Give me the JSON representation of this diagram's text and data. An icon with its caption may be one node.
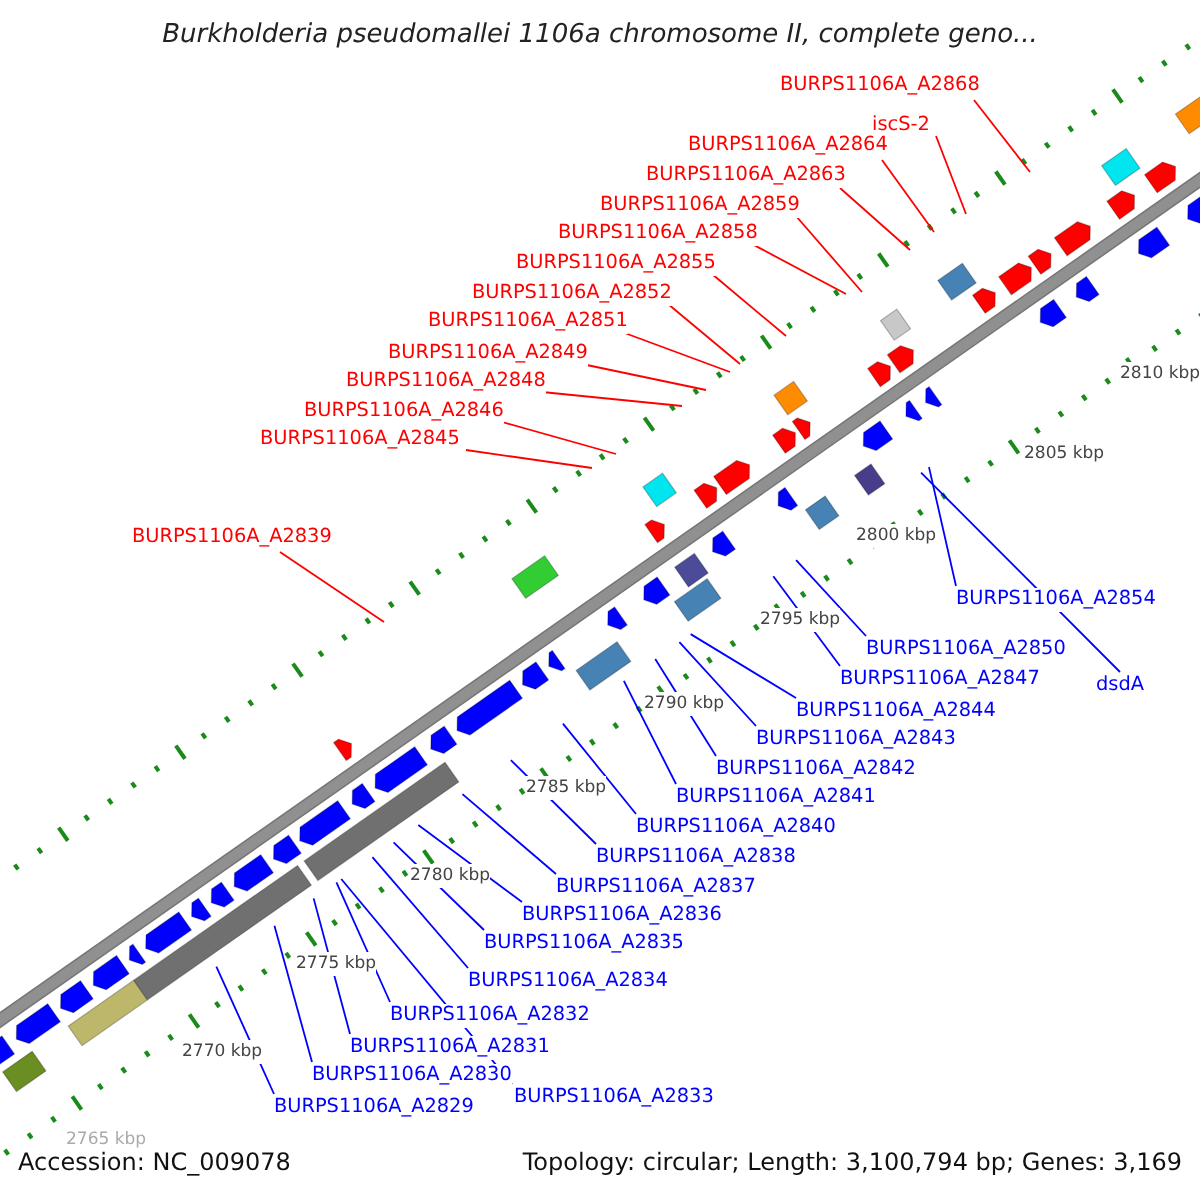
{
  "diagram": {
    "title": "Burkholderia pseudomallei 1106a chromosome II, complete geno...",
    "nodes": [
      {
        "text": [
          "BURPS1106A_A2868"
        ]
      },
      {
        "text": [
          "iscS-2"
        ]
      },
      {
        "text": [
          "BURPS1106A_A2864"
        ]
      },
      {
        "text": [
          "BURPS1106A_A2863"
        ]
      },
      {
        "text": [
          "BURPS1106A_A2859"
        ]
      },
      {
        "text": [
          "BURPS1106A_A2858"
        ]
      },
      {
        "text": [
          "BURPS1106A_A2855"
        ]
      },
      {
        "text": [
          "BURPS1106A_A2852"
        ]
      },
      {
        "text": [
          "BURPS1106A_A2851"
        ]
      },
      {
        "text": [
          "BURPS1106A_A2849"
        ]
      },
      {
        "text": [
          "BURPS1106A_A2848"
        ]
      },
      {
        "text": [
          "BURPS1106A_A2846"
        ]
      },
      {
        "text": [
          "BURPS1106A_A2845"
        ]
      },
      {
        "text": [
          "BURPS1106A_A2839"
        ]
      },
      {
        "text": [
          "BURPS1106A_A2854"
        ]
      },
      {
        "text": [
          "BURPS1106A_A2850"
        ]
      },
      {
        "text": [
          "dsdA"
        ]
      },
      {
        "text": [
          "BURPS1106A_A2847"
        ]
      },
      {
        "text": [
          "BURPS1106A_A2844"
        ]
      },
      {
        "text": [
          "BURPS1106A_A2843"
        ]
      },
      {
        "text": [
          "BURPS1106A_A2842"
        ]
      },
      {
        "text": [
          "BURPS1106A_A2841"
        ]
      },
      {
        "text": [
          "BURPS1106A_A2840"
        ]
      },
      {
        "text": [
          "BURPS1106A_A2838"
        ]
      },
      {
        "text": [
          "BURPS1106A_A2837"
        ]
      },
      {
        "text": [
          "BURPS1106A_A2836"
        ]
      },
      {
        "text": [
          "BURPS1106A_A2835"
        ]
      },
      {
        "text": [
          "BURPS1106A_A2834"
        ]
      },
      {
        "text": [
          "BURPS1106A_A2832"
        ]
      },
      {
        "text": [
          "BURPS1106A_A2831"
        ]
      },
      {
        "text": [
          "BURPS1106A_A2830"
        ]
      },
      {
        "text": [
          "BURPS1106A_A2829"
        ]
      },
      {
        "text": [
          "BURPS1106A_A2833"
        ]
      }
    ],
    "edges": [
      {
        "from": 0,
        "to": null,
        "arrow": "none",
        "color": "#ff0000"
      },
      {
        "from": 1,
        "to": null,
        "arrow": "none",
        "color": "#ff0000"
      },
      {
        "from": 2,
        "to": null,
        "arrow": "none",
        "color": "#ff0000"
      },
      {
        "from": 3,
        "to": null,
        "arrow": "none",
        "color": "#ff0000"
      },
      {
        "from": 4,
        "to": null,
        "arrow": "none",
        "color": "#ff0000"
      },
      {
        "from": 5,
        "to": null,
        "arrow": "none",
        "color": "#ff0000"
      },
      {
        "from": 6,
        "to": null,
        "arrow": "none",
        "color": "#ff0000"
      },
      {
        "from": 7,
        "to": null,
        "arrow": "none",
        "color": "#ff0000"
      },
      {
        "from": 8,
        "to": null,
        "arrow": "none",
        "color": "#ff0000"
      },
      {
        "from": 9,
        "to": null,
        "arrow": "none",
        "color": "#ff0000"
      },
      {
        "from": 10,
        "to": null,
        "arrow": "none",
        "color": "#ff0000"
      },
      {
        "from": 11,
        "to": null,
        "arrow": "none",
        "color": "#ff0000"
      },
      {
        "from": 12,
        "to": null,
        "arrow": "none",
        "color": "#ff0000"
      },
      {
        "from": 13,
        "to": null,
        "arrow": "none",
        "color": "#ff0000"
      },
      {
        "from": 14,
        "to": null,
        "arrow": "none"
      },
      {
        "from": 15,
        "to": null,
        "arrow": "none"
      },
      {
        "from": 16,
        "to": null,
        "arrow": "none"
      },
      {
        "from": 17,
        "to": null,
        "arrow": "none"
      },
      {
        "from": 18,
        "to": null,
        "arrow": "none"
      },
      {
        "from": 19,
        "to": null,
        "arrow": "none"
      },
      {
        "from": 20,
        "to": null,
        "arrow": "none"
      },
      {
        "from": 21,
        "to": null,
        "arrow": "none"
      },
      {
        "from": 22,
        "to": null,
        "arrow": "none"
      },
      {
        "from": 23,
        "to": null,
        "arrow": "none"
      },
      {
        "from": 24,
        "to": null,
        "arrow": "none"
      },
      {
        "from": 25,
        "to": null,
        "arrow": "none"
      },
      {
        "from": 26,
        "to": null,
        "arrow": "none"
      },
      {
        "from": 27,
        "to": null,
        "arrow": "none"
      },
      {
        "from": 28,
        "to": null,
        "arrow": "none"
      },
      {
        "from": 29,
        "to": null,
        "arrow": "none"
      },
      {
        "from": 30,
        "to": null,
        "arrow": "none"
      },
      {
        "from": 31,
        "to": null,
        "arrow": "none"
      },
      {
        "from": 32,
        "to": null,
        "arrow": "none"
      }
    ],
    "labels": [
      "2810 kbp",
      "2805 kbp",
      "2800 kbp",
      "2795 kbp",
      "2790 kbp",
      "2785 kbp",
      "2780 kbp",
      "2775 kbp",
      "2770 kbp",
      "2765 kbp",
      "Accession: NC_009078",
      "Topology: circular; Length: 3,100,794 bp; Genes: 3,169"
    ]
  }
}
